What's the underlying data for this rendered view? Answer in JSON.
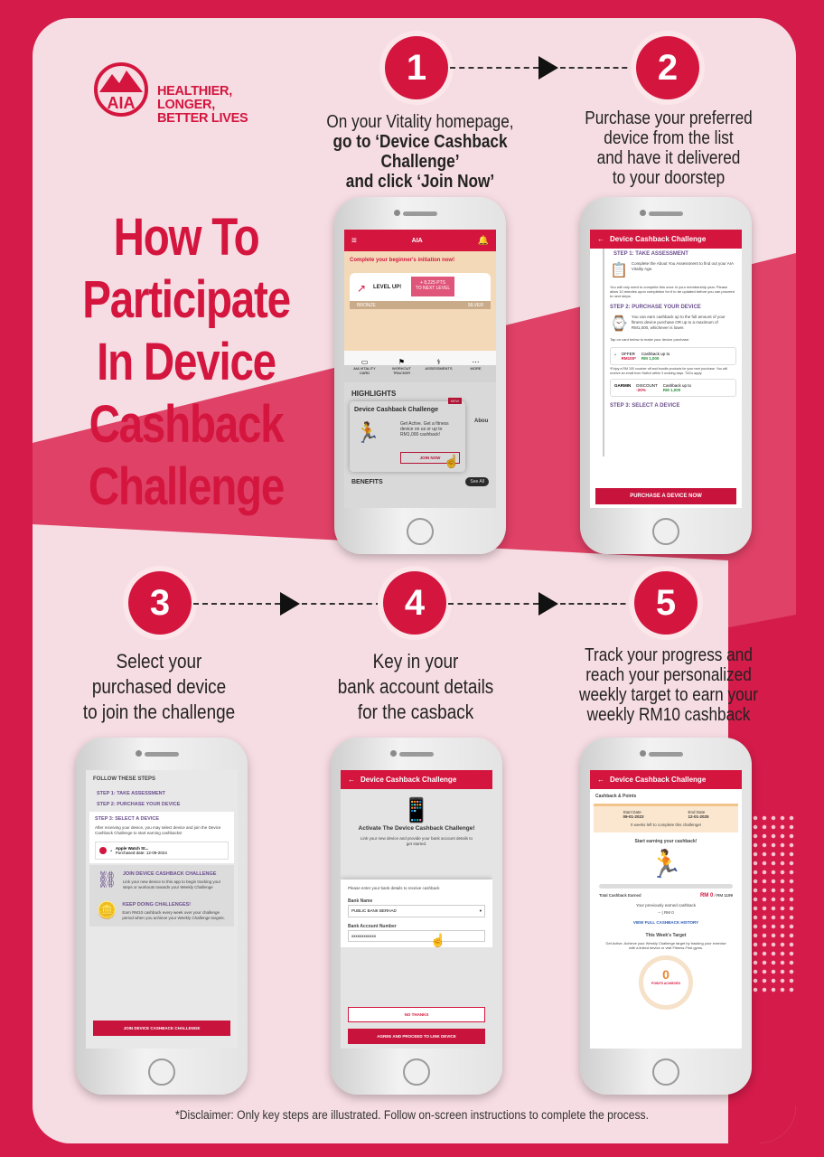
{
  "brand": {
    "logo": "AIA",
    "tagline": [
      "HEALTHIER, LONGER,",
      "BETTER LIVES"
    ]
  },
  "title": [
    "How To",
    "Participate",
    "In Device",
    "Cashback",
    "Challenge"
  ],
  "colors": {
    "primary": "#d4163f",
    "background": "#f6dde3"
  },
  "steps": [
    {
      "number": "1",
      "caption": [
        "On your Vitality homepage,",
        "go to ‘Device Cashback Challenge’",
        "and click ‘Join Now’"
      ]
    },
    {
      "number": "2",
      "caption": [
        "Purchase your preferred",
        "device from the list",
        "and have it delivered",
        "to your doorstep"
      ]
    },
    {
      "number": "3",
      "caption": [
        "Select your",
        "purchased device",
        "to join the challenge"
      ]
    },
    {
      "number": "4",
      "caption": [
        "Key in your",
        "bank account details",
        "for the casback"
      ]
    },
    {
      "number": "5",
      "caption": [
        "Track your progress and",
        "reach your personalized",
        "weekly target to earn your",
        "weekly RM10 cashback"
      ]
    }
  ],
  "phone1": {
    "banner": "Complete your beginner's initiation now!",
    "level_up": "LEVEL UP!",
    "pts": "+ 8,225 PTS",
    "next": "TO NEXT LEVEL",
    "bronze": "BRONZE",
    "silver": "SILVER",
    "nav": [
      "AIA VITALITY CARD",
      "WORKOUT TRACKER",
      "ASSESSMENTS",
      "MORE"
    ],
    "highlights": "HIGHLIGHTS",
    "card_title": "Device Cashback Challenge",
    "new": "NEW",
    "card_text": "Get Active. Get a fitness device on us or up to RM1,000 cashback!",
    "join": "JOIN NOW",
    "about": "Abou",
    "benefits": "BENEFITS",
    "see_all": "See All"
  },
  "phone2": {
    "header": "Device Cashback Challenge",
    "step1": "STEP 1: TAKE ASSESSMENT",
    "step1_text": "Complete the About You Assessment to find out your AIA Vitality Age.",
    "note1": "You will only need to complete this once in your membership year. Please allow 10 minutes upon completion for it to be updated before you can proceed to next steps.",
    "step2": "STEP 2: PURCHASE YOUR DEVICE",
    "step2_text": "You can earn cashback up to the full amount of your fitness device purchase OR up to a maximum of RM1,000, whichever is lower.",
    "tap": "Tap on card below to make your device purchase:",
    "shop1": {
      "offer": "OFFER",
      "offer_val": "RM100*",
      "cb": "Cashback up to",
      "cb_val": "RM 1,000"
    },
    "shop1_note": "*Enjoy a RM 100 voucher off and bundle products for your next purchase. You will receive an email from Switch within 3 working days. T&Cs apply.",
    "shop2": {
      "brand": "GARMIN",
      "disc": "DISCOUNT",
      "disc_val": "-20%",
      "cb": "Cashback up to",
      "cb_val": "RM 1,000"
    },
    "step3": "STEP 3: SELECT A DEVICE",
    "purchase": "PURCHASE A DEVICE NOW"
  },
  "phone3": {
    "follow": "FOLLOW THESE STEPS",
    "s1": "STEP 1: TAKE ASSESSMENT",
    "s2": "STEP 2: PURCHASE YOUR DEVICE",
    "s3": "STEP 3: SELECT A DEVICE",
    "s3_text": "After receiving your device, you may select device and join the Device Cashback Challenge to start earning cashbacks!",
    "device": "Apple Watch St...",
    "device_sub": "Purchased date: 12-09-2024",
    "join_title": "JOIN DEVICE CASHBACK CHALLENGE",
    "join_text": "Link your new device to this app to begin tracking your steps or workouts towards your Weekly Challenge",
    "keep_title": "KEEP DOING CHALLENGES!",
    "keep_text": "Earn RM10 cashback every week over your challenge period when you achieve your Weekly Challenge targets.",
    "btn": "JOIN DEVICE CASHBACK CHALLENGE"
  },
  "phone4": {
    "header": "Device Cashback Challenge",
    "activate": "Activate The Device Cashback Challenge!",
    "activate_text": "Link your new device and provide your bank account details to get started.",
    "enter": "Please enter your bank details to receive cashback",
    "bank_label": "Bank Name",
    "bank_value": "PUBLIC BANK BERHAD",
    "acc_label": "Bank Account Number",
    "acc_value": "xxxxxxxxxxxx",
    "no_thanks": "NO THANKS",
    "agree": "AGREE AND PROCEED TO LINK DEVICE"
  },
  "phone5": {
    "header": "Device Cashback Challenge",
    "cp": "Cashback & Points",
    "start_label": "Start Date",
    "start": "09-01-2023",
    "end_label": "End Date",
    "end": "12-01-2025",
    "weeks": "0 weeks left to complete this challenge!",
    "earn": "Start earning your cashback!",
    "total": "Total Cashback Earned",
    "rm0": "RM 0",
    "rm_total": "/ RM 1199",
    "prev": "Your previously earned cashback",
    "prev_val": "-- | RM 0",
    "history": "VIEW FULL CASHBACK HISTORY",
    "target": "This Week's Target",
    "target_text": "Get Active. Achieve your Weekly Challenge target by tracking your exercise with a linked device or visit Fitness First gyms.",
    "points": "0",
    "points_label": "POINTS ACHIEVED"
  },
  "disclaimer": "*Disclaimer: Only key steps are illustrated. Follow on-screen instructions to complete the process."
}
